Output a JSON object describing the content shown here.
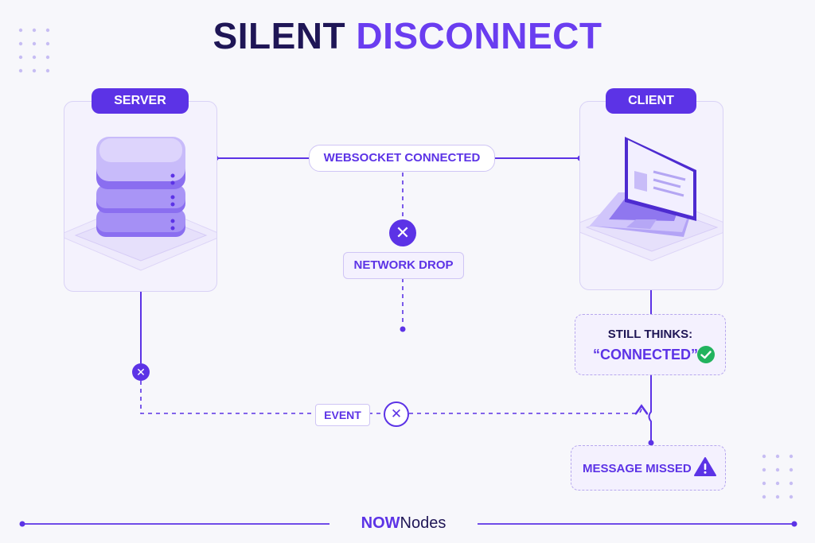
{
  "title": {
    "part1": "SILENT",
    "part2": "DISCONNECT"
  },
  "server": {
    "label": "SERVER"
  },
  "client": {
    "label": "CLIENT"
  },
  "connection": {
    "label": "WEBSOCKET CONNECTED"
  },
  "network_drop": {
    "label": "NETWORK DROP"
  },
  "client_state": {
    "line1": "STILL THINKS:",
    "line2": "“CONNECTED”"
  },
  "event": {
    "label": "EVENT"
  },
  "missed": {
    "label": "MESSAGE MISSED"
  },
  "footer": {
    "brand_bold": "NOW",
    "brand_regular": "Nodes"
  },
  "colors": {
    "accent": "#5c33e6",
    "title_dark": "#1f1656",
    "success": "#22b35e",
    "panel_border": "#d9d2f6"
  },
  "icons": {
    "server": "server-stack-icon",
    "client": "laptop-icon",
    "drop": "close-icon",
    "check": "check-circle-icon",
    "warning": "warning-triangle-icon"
  }
}
